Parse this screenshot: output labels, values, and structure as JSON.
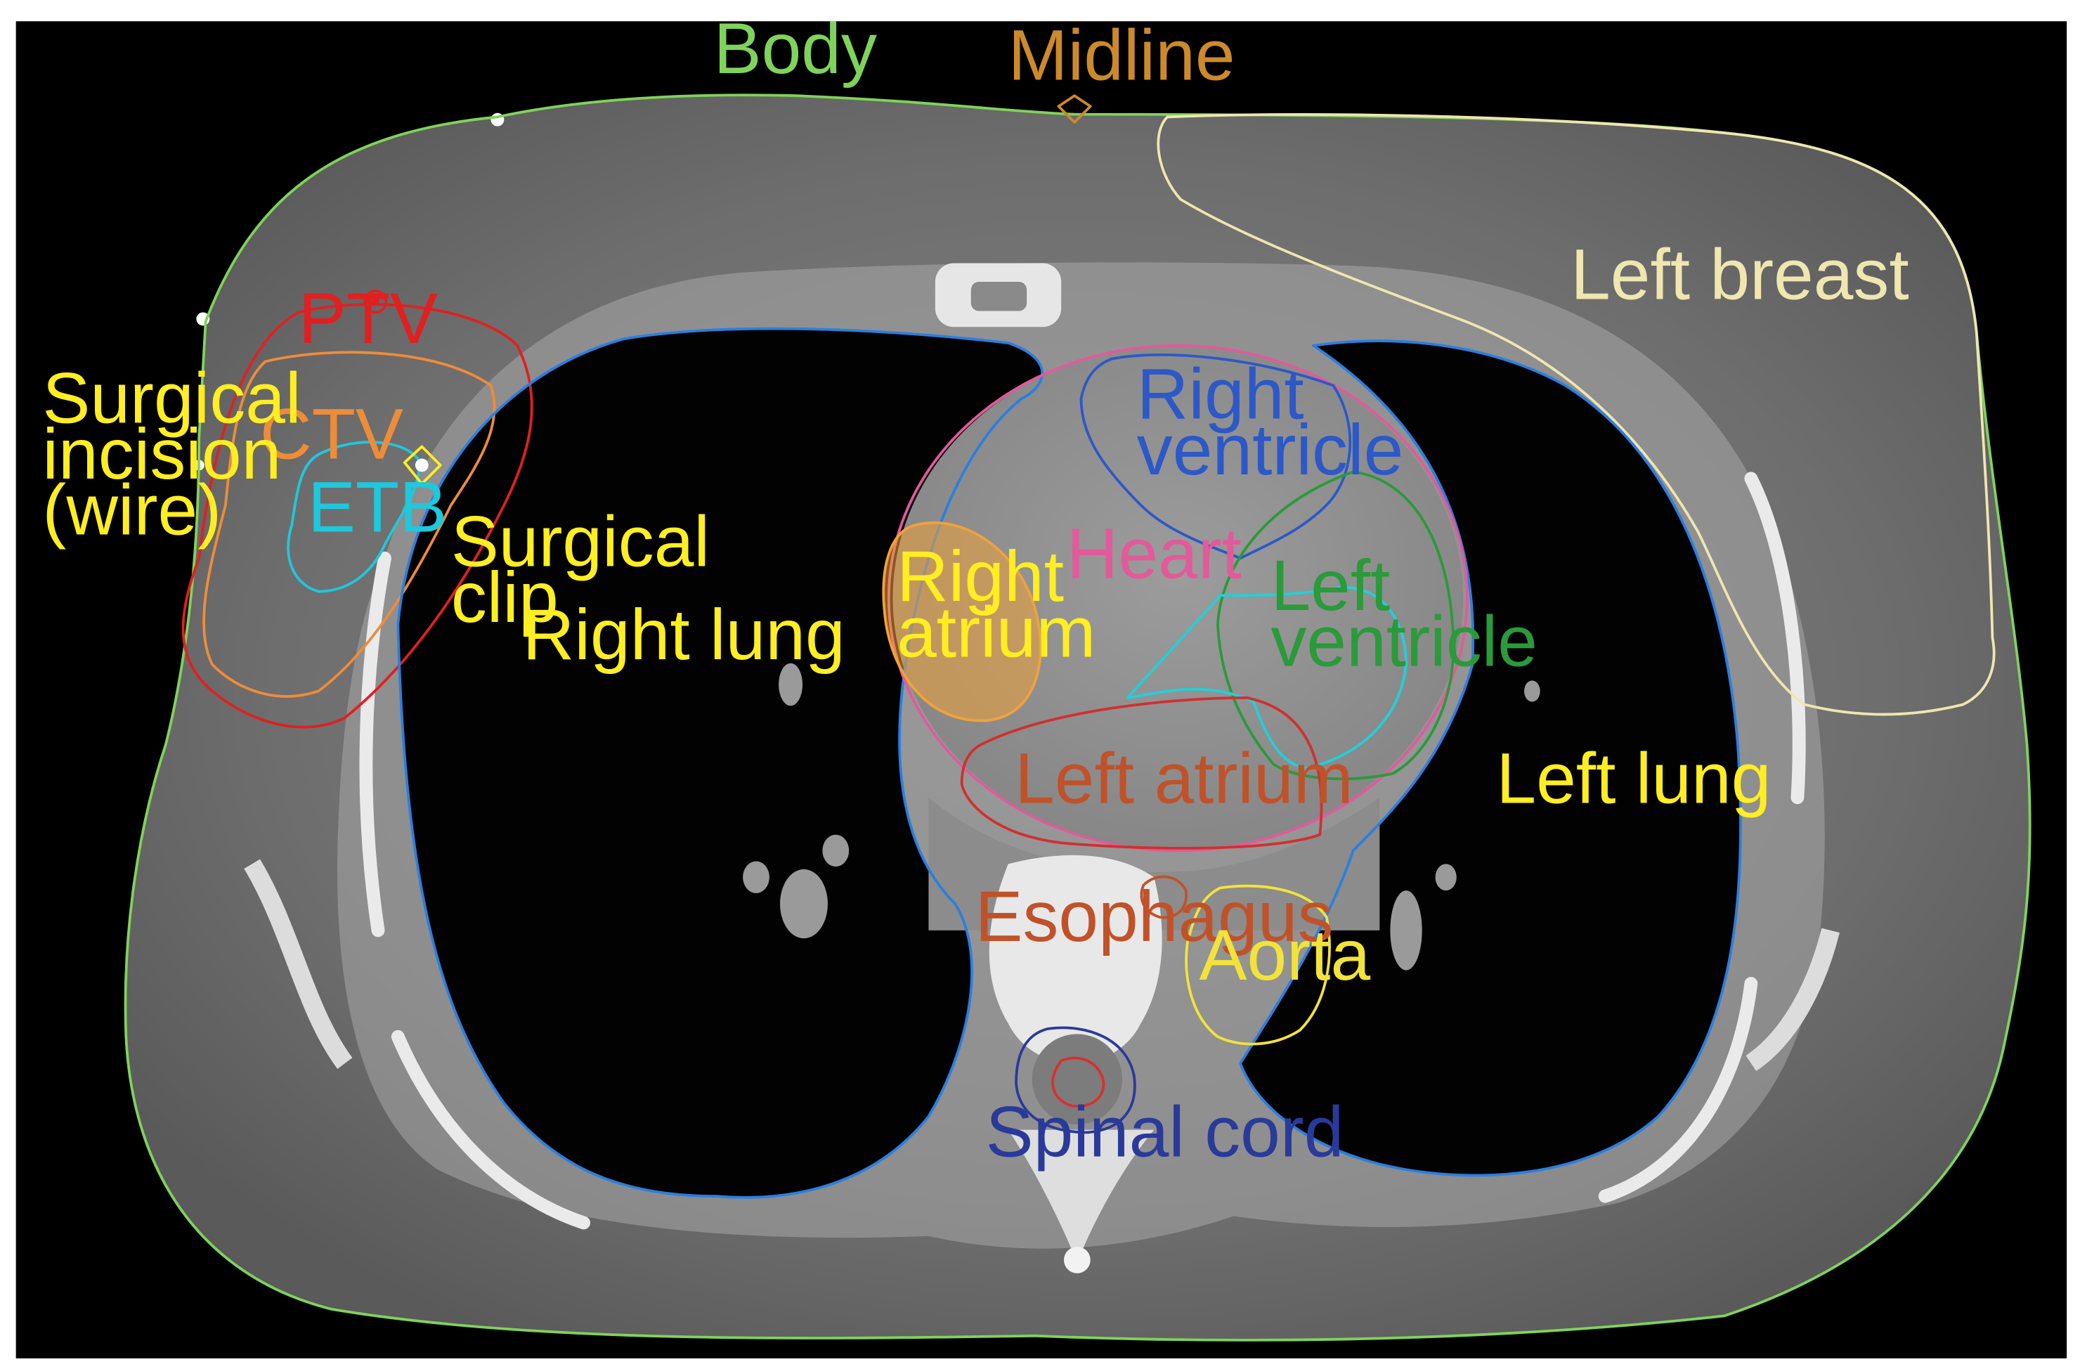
{
  "colors": {
    "body": "#7fd35a",
    "midline": "#cc8a2a",
    "left_breast": "#efe6b0",
    "ptv": "#e02020",
    "ctv": "#ee8c3a",
    "etb": "#1ec8dd",
    "surgical": "#ffee22",
    "lung": "#2a7fe0",
    "heart": "#e25a9a",
    "right_ventricle": "#2c58c8",
    "right_atrium": "#f0a23a",
    "left_ventricle": "#2a9a3a",
    "left_ventricle_inner": "#22d0d8",
    "left_atrium": "#d03030",
    "esophagus": "#c0522a",
    "aorta": "#f2e33a",
    "spinal_cord": "#2a3a9a",
    "spinal_cord_inner": "#d83030",
    "label_yellow": "#ffee22"
  },
  "labels": {
    "body": "Body",
    "midline": "Midline",
    "left_breast": "Left breast",
    "ptv": "PTV",
    "ctv": "CTV",
    "etb": "ETB",
    "surgical_incision_1": "Surgical",
    "surgical_incision_2": "incision",
    "surgical_incision_3": "(wire)",
    "surgical_clip_1": "Surgical",
    "surgical_clip_2": "clip",
    "right_lung": "Right lung",
    "left_lung": "Left lung",
    "right_ventricle_1": "Right",
    "right_ventricle_2": "ventricle",
    "heart": "Heart",
    "right_atrium_1": "Right",
    "right_atrium_2": "atrium",
    "left_ventricle_1": "Left",
    "left_ventricle_2": "ventricle",
    "left_atrium": "Left atrium",
    "esophagus": "Esophagus",
    "aorta": "Aorta",
    "spinal_cord": "Spinal cord"
  }
}
